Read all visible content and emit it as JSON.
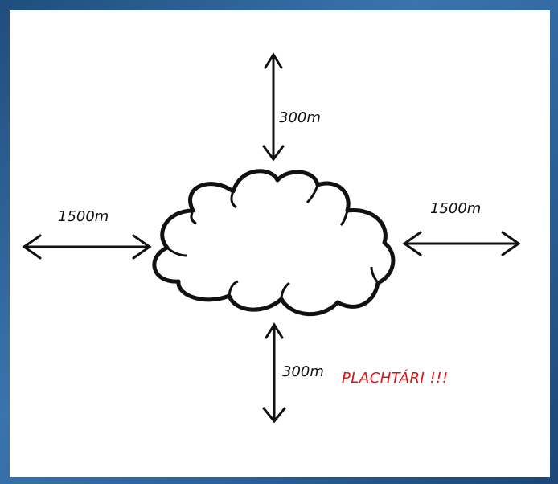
{
  "labels": {
    "top_distance": "300m",
    "bottom_distance": "300m",
    "left_distance": "1500m",
    "right_distance": "1500m",
    "warning": "PLACHTÁRI !!!"
  },
  "colors": {
    "background": "#2a5a8c",
    "canvas": "#ffffff",
    "ink": "#111111",
    "warning": "#e01010"
  },
  "icons": {
    "cloud": "cloud-icon",
    "arrows": "double-headed-arrow"
  }
}
